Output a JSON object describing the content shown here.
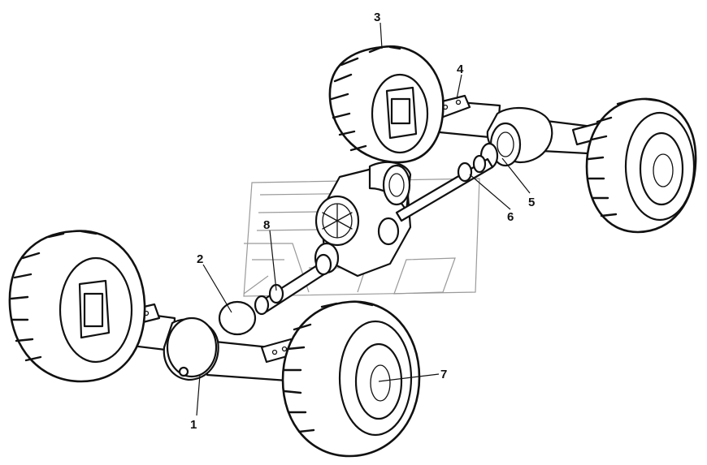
{
  "callouts": [
    {
      "id": "1",
      "label": "1"
    },
    {
      "id": "2",
      "label": "2"
    },
    {
      "id": "3",
      "label": "3"
    },
    {
      "id": "4",
      "label": "4"
    },
    {
      "id": "5",
      "label": "5"
    },
    {
      "id": "6",
      "label": "6"
    },
    {
      "id": "7",
      "label": "7"
    },
    {
      "id": "8",
      "label": "8"
    }
  ],
  "colors": {
    "ink": "#111111",
    "watermark": "#9a9a9a",
    "background": "#ffffff"
  }
}
